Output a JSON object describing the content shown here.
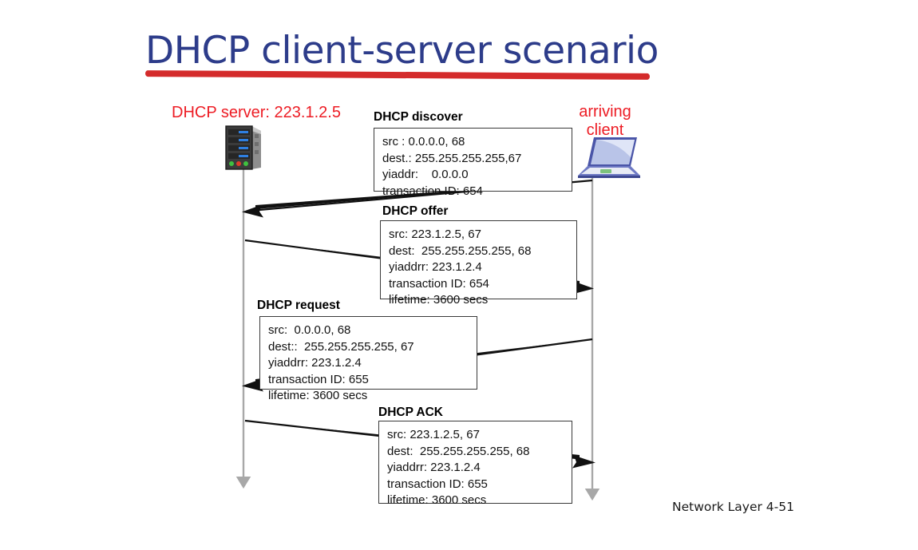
{
  "slide": {
    "title": "DHCP client-server scenario",
    "title_color": "#2d3c8a",
    "underline_color": "#d42b2b",
    "footer": "Network Layer  4-51"
  },
  "endpoints": {
    "server_label": "DHCP server: 223.1.2.5",
    "client_label": "arriving client",
    "client_label_line1": "arriving",
    "client_label_line2": "client",
    "label_color": "#ed1c24",
    "server_icon": "server-tower-icon",
    "client_icon": "laptop-icon"
  },
  "messages": [
    {
      "name": "dhcp-discover",
      "title": "DHCP discover",
      "direction": "client-to-server",
      "lines": [
        "src : 0.0.0.0, 68",
        "dest.: 255.255.255.255,67",
        "yiaddr:    0.0.0.0",
        "transaction ID: 654"
      ]
    },
    {
      "name": "dhcp-offer",
      "title": "DHCP offer",
      "direction": "server-to-client",
      "lines": [
        "src: 223.1.2.5, 67",
        "dest:  255.255.255.255, 68",
        "yiaddrr: 223.1.2.4",
        "transaction ID: 654",
        "lifetime: 3600 secs"
      ]
    },
    {
      "name": "dhcp-request",
      "title": "DHCP request",
      "direction": "client-to-server",
      "lines": [
        "src:  0.0.0.0, 68",
        "dest::  255.255.255.255, 67",
        "yiaddrr: 223.1.2.4",
        "transaction ID: 655",
        "lifetime: 3600 secs"
      ]
    },
    {
      "name": "dhcp-ack",
      "title": "DHCP ACK",
      "direction": "server-to-client",
      "lines": [
        "src: 223.1.2.5, 67",
        "dest:  255.255.255.255, 68",
        "yiaddrr: 223.1.2.4",
        "transaction ID: 655",
        "lifetime: 3600 secs"
      ]
    }
  ],
  "timeline": {
    "server_line_color": "#a8a8a8",
    "client_line_color": "#a8a8a8",
    "arrow_color": "#000000"
  }
}
